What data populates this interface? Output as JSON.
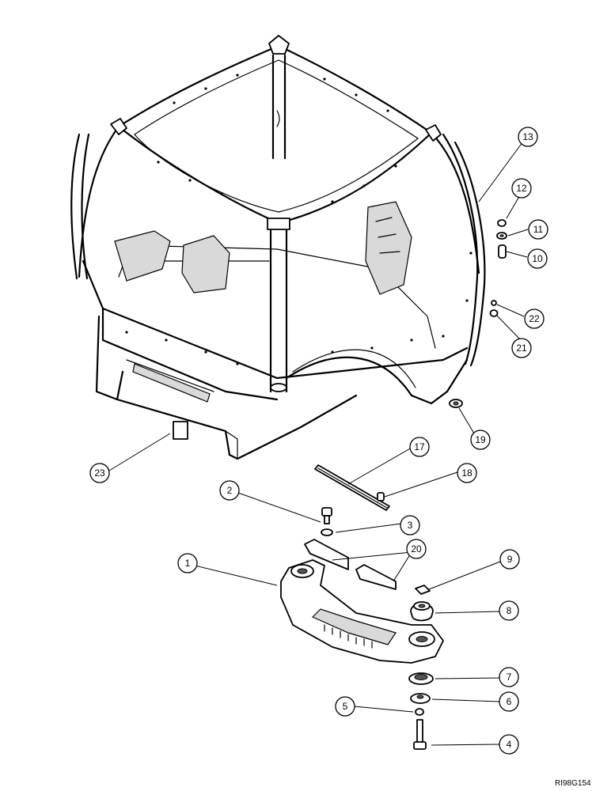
{
  "callouts": [
    {
      "id": "1",
      "label": "1",
      "target": "axle-support-bracket"
    },
    {
      "id": "2",
      "label": "2",
      "target": "bolt"
    },
    {
      "id": "3",
      "label": "3",
      "target": "washer"
    },
    {
      "id": "4",
      "label": "4",
      "target": "long-bolt"
    },
    {
      "id": "5",
      "label": "5",
      "target": "nut"
    },
    {
      "id": "6",
      "label": "6",
      "target": "washer-plate"
    },
    {
      "id": "7",
      "label": "7",
      "target": "lower-mount"
    },
    {
      "id": "8",
      "label": "8",
      "target": "rubber-mount"
    },
    {
      "id": "9",
      "label": "9",
      "target": "shim-plate"
    },
    {
      "id": "10",
      "label": "10",
      "target": "spacer"
    },
    {
      "id": "11",
      "label": "11",
      "target": "washer"
    },
    {
      "id": "12",
      "label": "12",
      "target": "nut"
    },
    {
      "id": "13",
      "label": "13",
      "target": "cab-frame"
    },
    {
      "id": "17",
      "label": "17",
      "target": "seal-strip"
    },
    {
      "id": "18",
      "label": "18",
      "target": "plug"
    },
    {
      "id": "19",
      "label": "19",
      "target": "grommet"
    },
    {
      "id": "20",
      "label": "20",
      "target": "pads"
    },
    {
      "id": "21",
      "label": "21",
      "target": "nut"
    },
    {
      "id": "22",
      "label": "22",
      "target": "screw"
    },
    {
      "id": "23",
      "label": "23",
      "target": "decal"
    }
  ],
  "reference_code": "RI98G154"
}
